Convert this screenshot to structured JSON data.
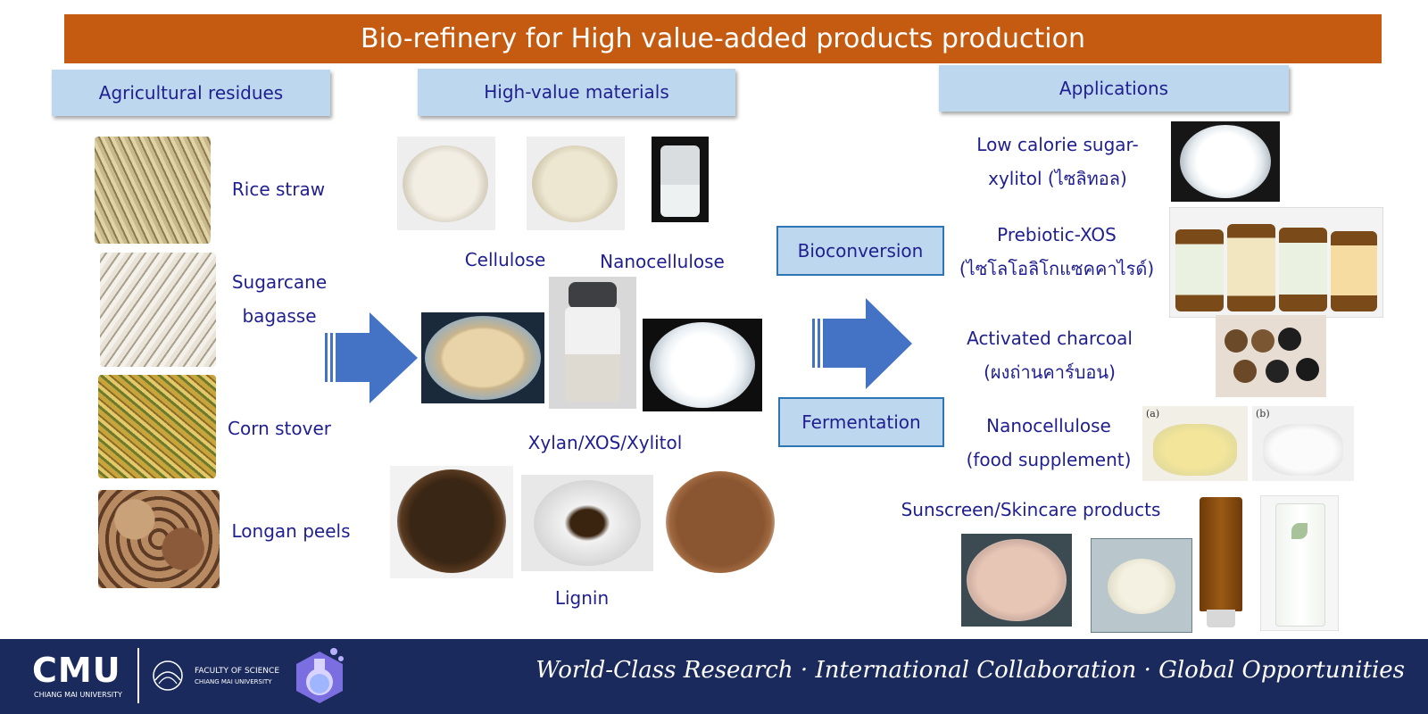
{
  "title": "Bio-refinery for High value-added products production",
  "headers": {
    "residues": "Agricultural residues",
    "materials": "High-value materials",
    "applications": "Applications"
  },
  "residues": [
    "Rice straw",
    "Sugarcane",
    "bagasse",
    "Corn stover",
    "Longan peels"
  ],
  "materials": {
    "cellulose": "Cellulose",
    "nanocellulose": "Nanocellulose",
    "xylan": "Xylan/XOS/Xylitol",
    "lignin": "Lignin"
  },
  "processes": {
    "bioconversion": "Bioconversion",
    "fermentation": "Fermentation"
  },
  "applications": {
    "xylitol_1": "Low calorie sugar-",
    "xylitol_2": "xylitol (ไซลิทอล)",
    "xos_1": "Prebiotic-XOS",
    "xos_2": "(ไซโลโอลิโกแซคคาไรด์)",
    "charcoal_1": "Activated charcoal",
    "charcoal_2": "(ผงถ่านคาร์บอน)",
    "nano_1": "Nanocellulose",
    "nano_2": "(food supplement)",
    "sunscreen": "Sunscreen/Skincare products",
    "panel_a": "(a)",
    "panel_b": "(b)"
  },
  "footer": {
    "logo": "CMU",
    "logo_sub": "CHIANG MAI UNIVERSITY",
    "faculty_1": "FACULTY OF SCIENCE",
    "faculty_2": "CHIANG MAI UNIVERSITY",
    "slogan": "World-Class Research · International Collaboration · Global Opportunities"
  },
  "colors": {
    "banner": "#c55a11",
    "header_fill": "#bdd7ee",
    "arrow": "#4472c4",
    "text": "#1f1f8f",
    "footer": "#1a2a5c"
  }
}
